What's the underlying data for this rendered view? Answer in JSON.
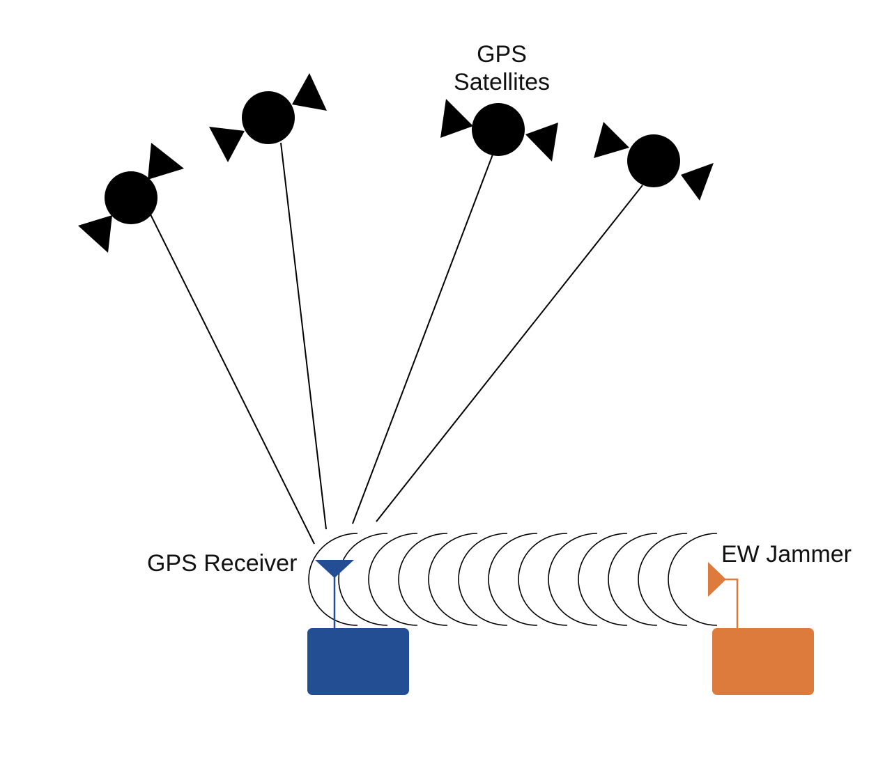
{
  "labels": {
    "satellites_line1": "GPS",
    "satellites_line2": "Satellites",
    "receiver": "GPS Receiver",
    "jammer": "EW Jammer"
  },
  "colors": {
    "satellite": "#000000",
    "signal_line": "#000000",
    "receiver": "#234E94",
    "jammer": "#DC7B3B",
    "wavefront": "#000000",
    "background": "#FFFFFF"
  },
  "elements": {
    "satellite_count": 4,
    "wavefront_count": 13
  }
}
